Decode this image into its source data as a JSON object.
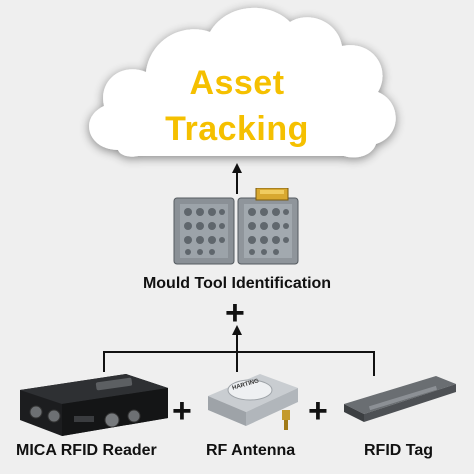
{
  "cloud": {
    "line1": "Asset",
    "line2": "Tracking"
  },
  "mould": {
    "label": "Mould Tool Identification"
  },
  "reader": {
    "label": "MICA RFID Reader"
  },
  "antenna": {
    "label": "RF Antenna",
    "brand": "HARTING"
  },
  "tag": {
    "label": "RFID Tag"
  },
  "operators": {
    "plus": "+"
  },
  "colors": {
    "title": "#f5c000",
    "text": "#111111",
    "background": "#efefef"
  },
  "icons": [
    "cloud-icon",
    "mould-tool-image",
    "rfid-reader-image",
    "rf-antenna-image",
    "rfid-tag-image"
  ]
}
